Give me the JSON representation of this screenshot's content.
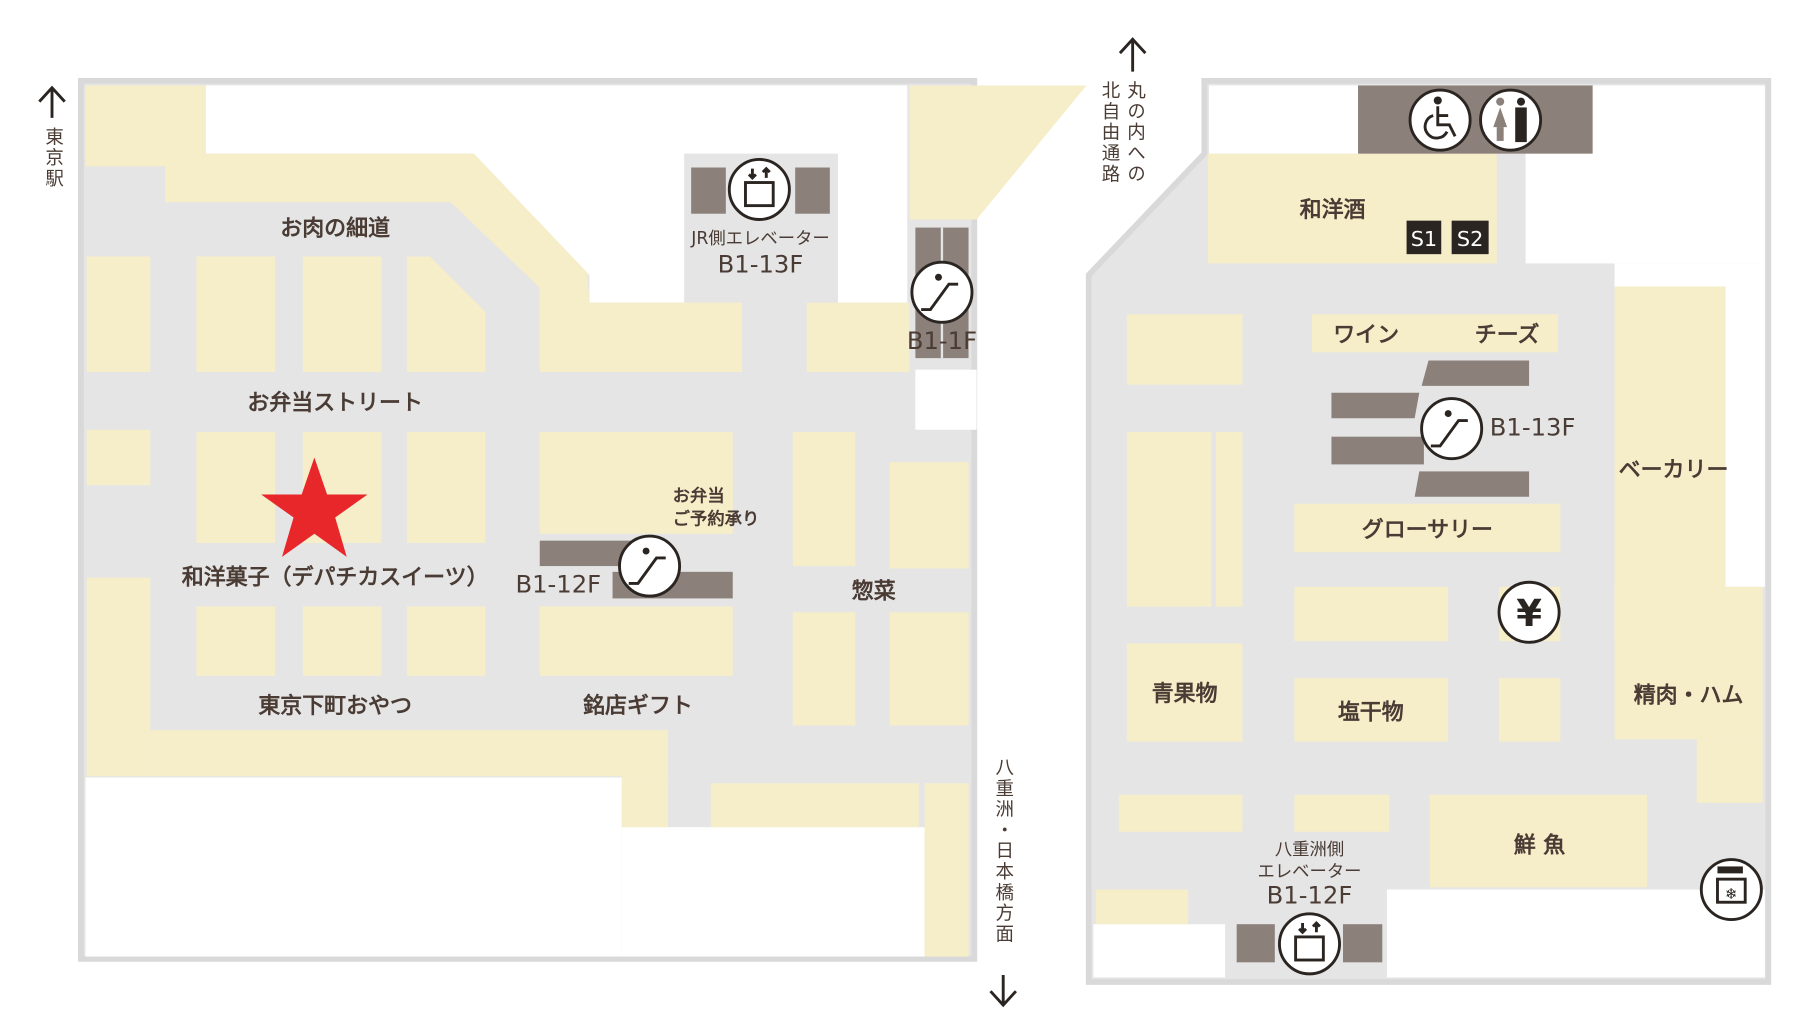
{
  "directions": {
    "tokyo_station": "東京駅",
    "marunouchi_line1": "丸の内への",
    "marunouchi_line2": "北自由通路",
    "yaesu": "八重洲・日本橋方面"
  },
  "left_building": {
    "zones": {
      "meat_lane": "お肉の細道",
      "bento_street": "お弁当ストリート",
      "sweets": "和洋菓子（デパチカスイーツ）",
      "shitamachi": "東京下町おやつ",
      "gift": "銘店ギフト",
      "deli": "惣菜",
      "bento_reserve_line1": "お弁当",
      "bento_reserve_line2": "ご予約承り"
    },
    "jr_elevator": {
      "label": "JR側エレベーター",
      "floors": "B1-13F"
    },
    "escalator_1f": {
      "floors": "B1-1F"
    },
    "escalator_12f": {
      "floors": "B1-12F"
    },
    "current_location_marker": "star",
    "marker_color": "#e8272b"
  },
  "right_building": {
    "zones": {
      "liquor": "和洋酒",
      "wine": "ワイン",
      "cheese": "チーズ",
      "grocery": "グローサリー",
      "bakery": "ベーカリー",
      "produce": "青果物",
      "dried_fish": "塩干物",
      "meat_ham": "精肉・ハム",
      "fish": "鮮 魚"
    },
    "stairs": [
      "S1",
      "S2"
    ],
    "escalator": {
      "floors": "B1-13F"
    },
    "yaesu_elevator": {
      "label_line1": "八重洲側",
      "label_line2": "エレベーター",
      "floors": "B1-12F"
    },
    "icons": [
      "wheelchair-icon",
      "restroom-icon",
      "yen-atm-icon",
      "coin-locker-icon"
    ]
  },
  "colors": {
    "corridor": "#e5e5e5",
    "shop": "#f6eec9",
    "facility": "#8c817a"
  }
}
